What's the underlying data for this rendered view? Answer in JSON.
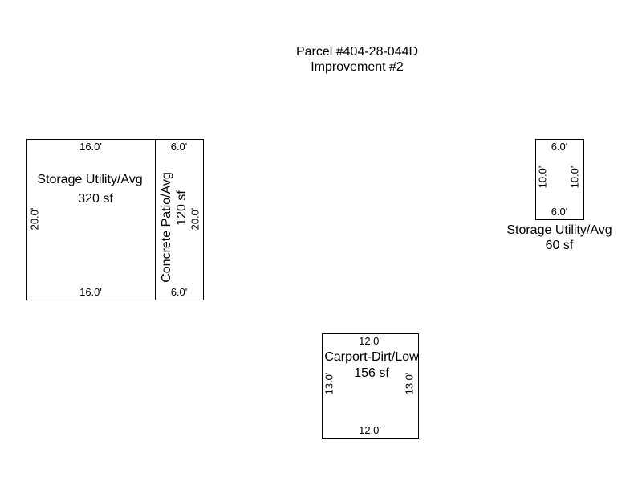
{
  "header": {
    "parcel": "Parcel #404-28-044D",
    "improvement": "Improvement #2"
  },
  "areas": {
    "storage_main": {
      "name": "Storage Utility/Avg",
      "area": "320 sf",
      "top": "16.0'",
      "bottom": "16.0'",
      "left": "20.0'"
    },
    "patio": {
      "name": "Concrete Patio/Avg",
      "area": "120 sf",
      "top": "6.0'",
      "bottom": "6.0'",
      "right": "20.0'"
    },
    "storage_small": {
      "name": "Storage Utility/Avg",
      "area": "60 sf",
      "top": "6.0'",
      "bottom": "6.0'",
      "left": "10.0'",
      "right": "10.0'"
    },
    "carport": {
      "name": "Carport-Dirt/Low",
      "area": "156 sf",
      "top": "12.0'",
      "bottom": "12.0'",
      "left": "13.0'",
      "right": "13.0'"
    }
  }
}
